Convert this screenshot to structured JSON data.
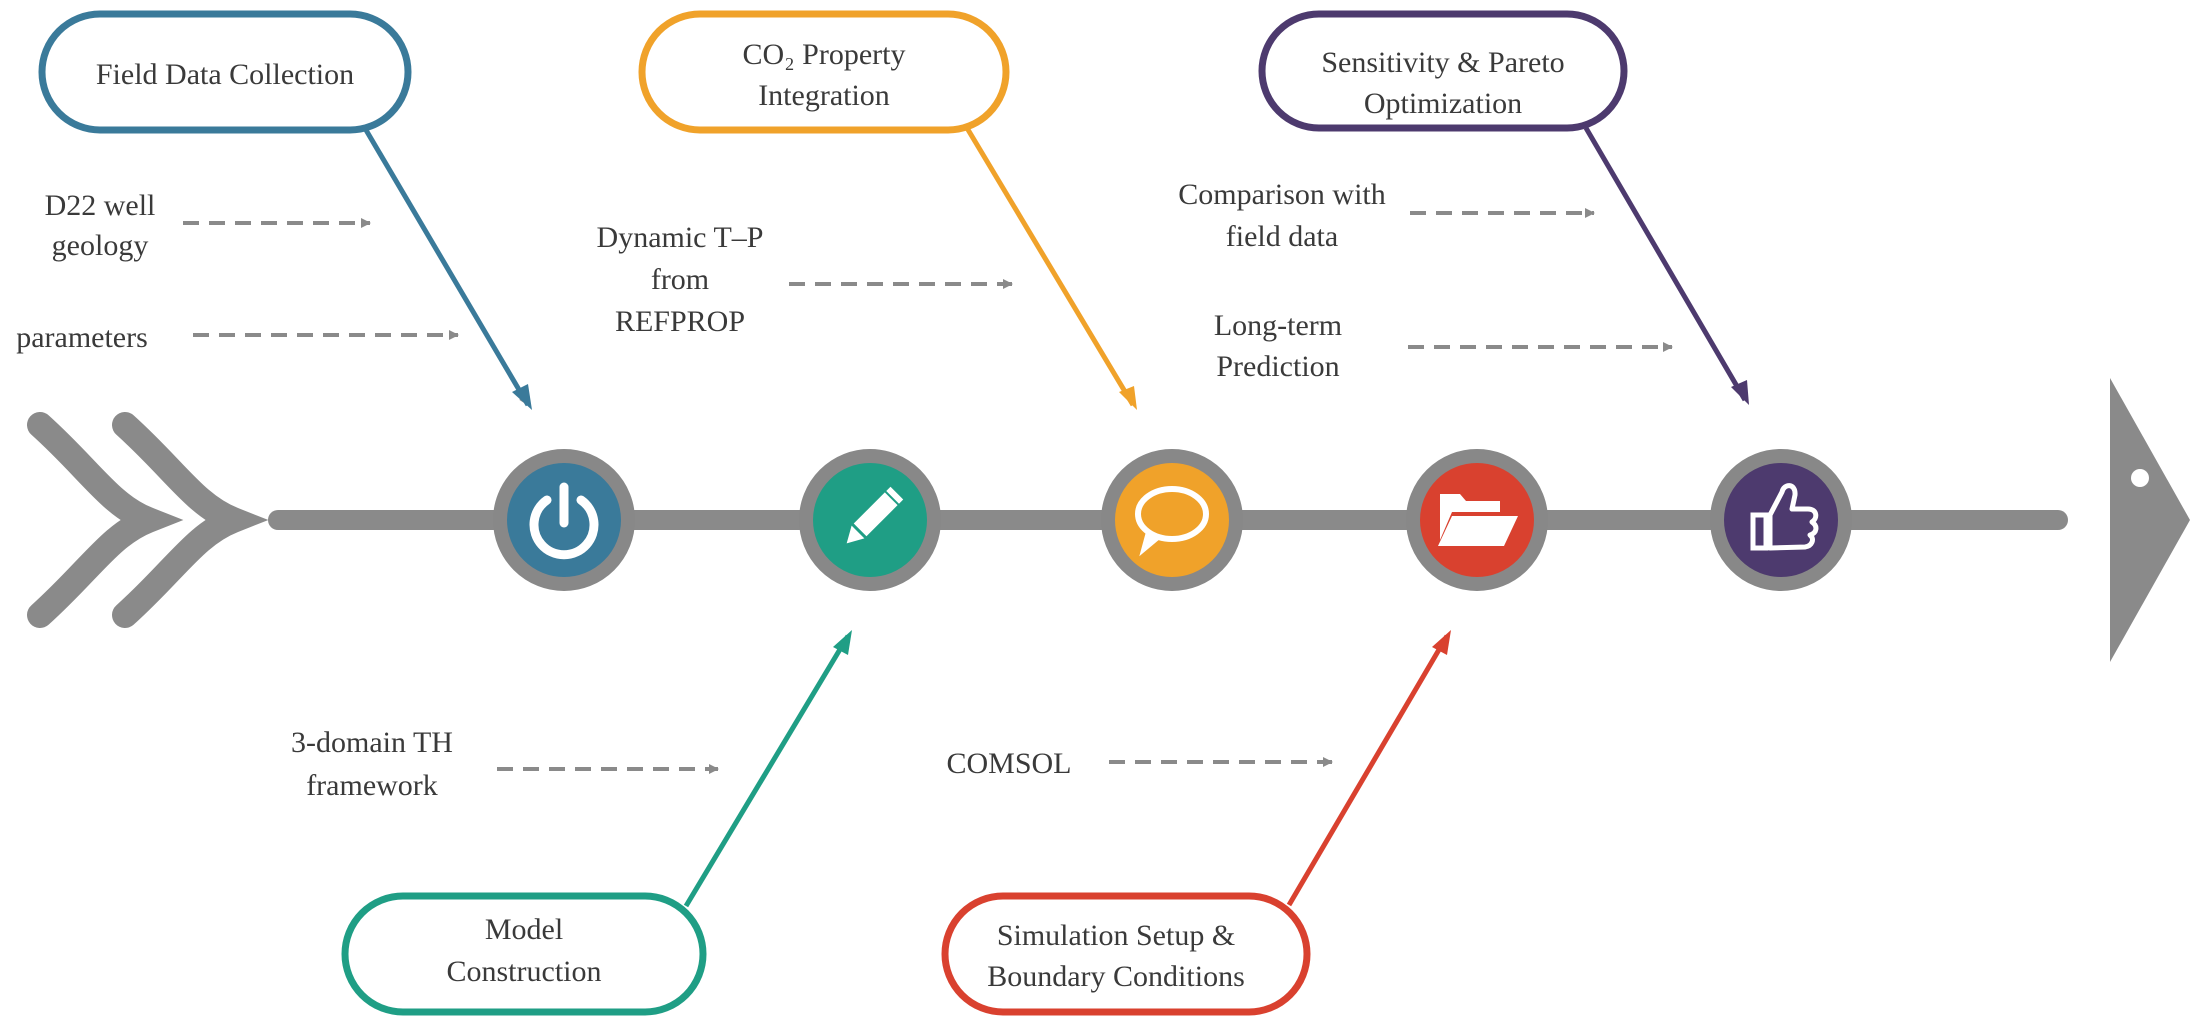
{
  "colors": {
    "spine": "#8a8a8a",
    "dash_arrow": "#8a8a8a",
    "field_data": "#3a7a9a",
    "co2_property": "#f0a22a",
    "sensitivity": "#4d3a6e",
    "model_construction": "#1f9e85",
    "simulation_setup": "#d9412f",
    "text": "#3a3a3a"
  },
  "stages": {
    "field_data": {
      "label_lines": [
        "Field Data Collection"
      ],
      "icon": "power-icon",
      "notes": [
        {
          "lines": [
            "D22 well",
            "geology"
          ]
        },
        {
          "lines": [
            "parameters"
          ]
        }
      ]
    },
    "co2_property": {
      "label_lines": [
        "CO₂ Property",
        "Integration"
      ],
      "icon": "comment-icon",
      "notes": [
        {
          "lines": [
            "Dynamic T–P",
            "from",
            "REFPROP"
          ]
        }
      ]
    },
    "sensitivity": {
      "label_lines": [
        "Sensitivity & Pareto",
        "Optimization"
      ],
      "icon": "thumbs-up-icon",
      "notes": [
        {
          "lines": [
            "Comparison with",
            "field data"
          ]
        },
        {
          "lines": [
            "Long-term",
            "Prediction"
          ]
        }
      ]
    },
    "model_construction": {
      "label_lines": [
        "Model",
        "Construction"
      ],
      "icon": "pencil-icon",
      "notes": [
        {
          "lines": [
            "3-domain TH",
            "framework"
          ]
        }
      ]
    },
    "simulation_setup": {
      "label_lines": [
        "Simulation Setup &",
        "Boundary Conditions"
      ],
      "icon": "folder-open-icon",
      "notes": [
        {
          "lines": [
            "COMSOL"
          ]
        }
      ]
    }
  }
}
